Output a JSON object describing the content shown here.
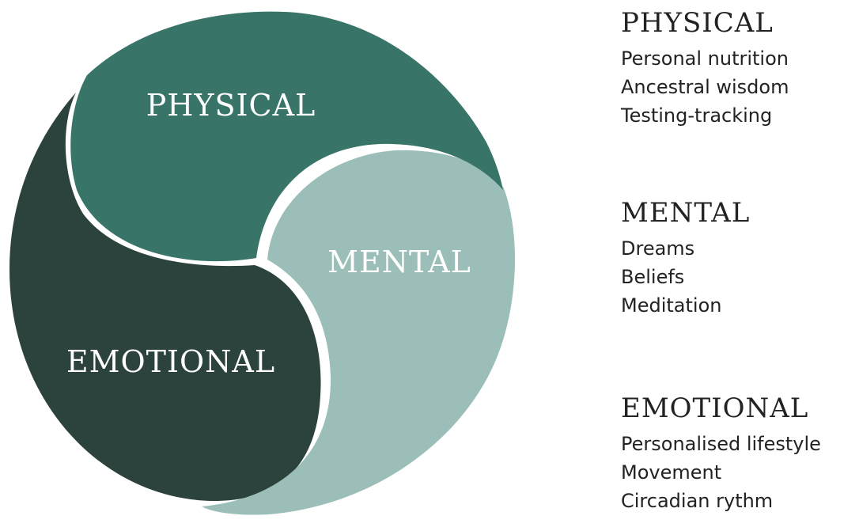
{
  "colors": {
    "physical": "#387568",
    "mental": "#9bbfb8",
    "emotional": "#2b423d",
    "text": "#222222",
    "segment_text": "#ffffff"
  },
  "diagram": {
    "physical_label": "PHYSICAL",
    "mental_label": "MENTAL",
    "emotional_label": "EMOTIONAL"
  },
  "legend": [
    {
      "title": "PHYSICAL",
      "items": [
        "Personal nutrition",
        "Ancestral wisdom",
        "Testing-tracking"
      ]
    },
    {
      "title": "MENTAL",
      "items": [
        "Dreams",
        "Beliefs",
        "Meditation"
      ]
    },
    {
      "title": "EMOTIONAL",
      "items": [
        "Personalised lifestyle",
        "Movement",
        "Circadian rythm"
      ]
    }
  ]
}
